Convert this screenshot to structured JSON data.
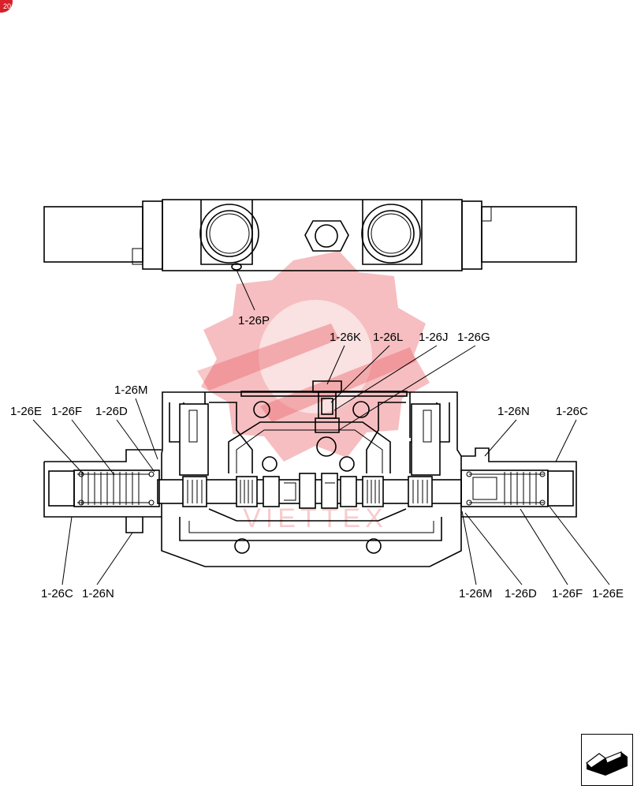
{
  "badge": {
    "text": "20"
  },
  "watermark": {
    "text": "VIETTEX",
    "color": "#e3363b"
  },
  "top_view": {
    "labels": [
      {
        "id": "p",
        "text": "1-26P"
      }
    ]
  },
  "section_view": {
    "labels": [
      {
        "id": "k",
        "text": "1-26K"
      },
      {
        "id": "l",
        "text": "1-26L"
      },
      {
        "id": "j",
        "text": "1-26J"
      },
      {
        "id": "g",
        "text": "1-26G"
      },
      {
        "id": "m1",
        "text": "1-26M"
      },
      {
        "id": "e1",
        "text": "1-26E"
      },
      {
        "id": "f1",
        "text": "1-26F"
      },
      {
        "id": "d1",
        "text": "1-26D"
      },
      {
        "id": "n1",
        "text": "1-26N"
      },
      {
        "id": "c1",
        "text": "1-26C"
      },
      {
        "id": "c2",
        "text": "1-26C"
      },
      {
        "id": "n2",
        "text": "1-26N"
      },
      {
        "id": "m2",
        "text": "1-26M"
      },
      {
        "id": "d2",
        "text": "1-26D"
      },
      {
        "id": "f2",
        "text": "1-26F"
      },
      {
        "id": "e2",
        "text": "1-26E"
      }
    ]
  },
  "nav": {
    "icon": "arrow-icon"
  }
}
